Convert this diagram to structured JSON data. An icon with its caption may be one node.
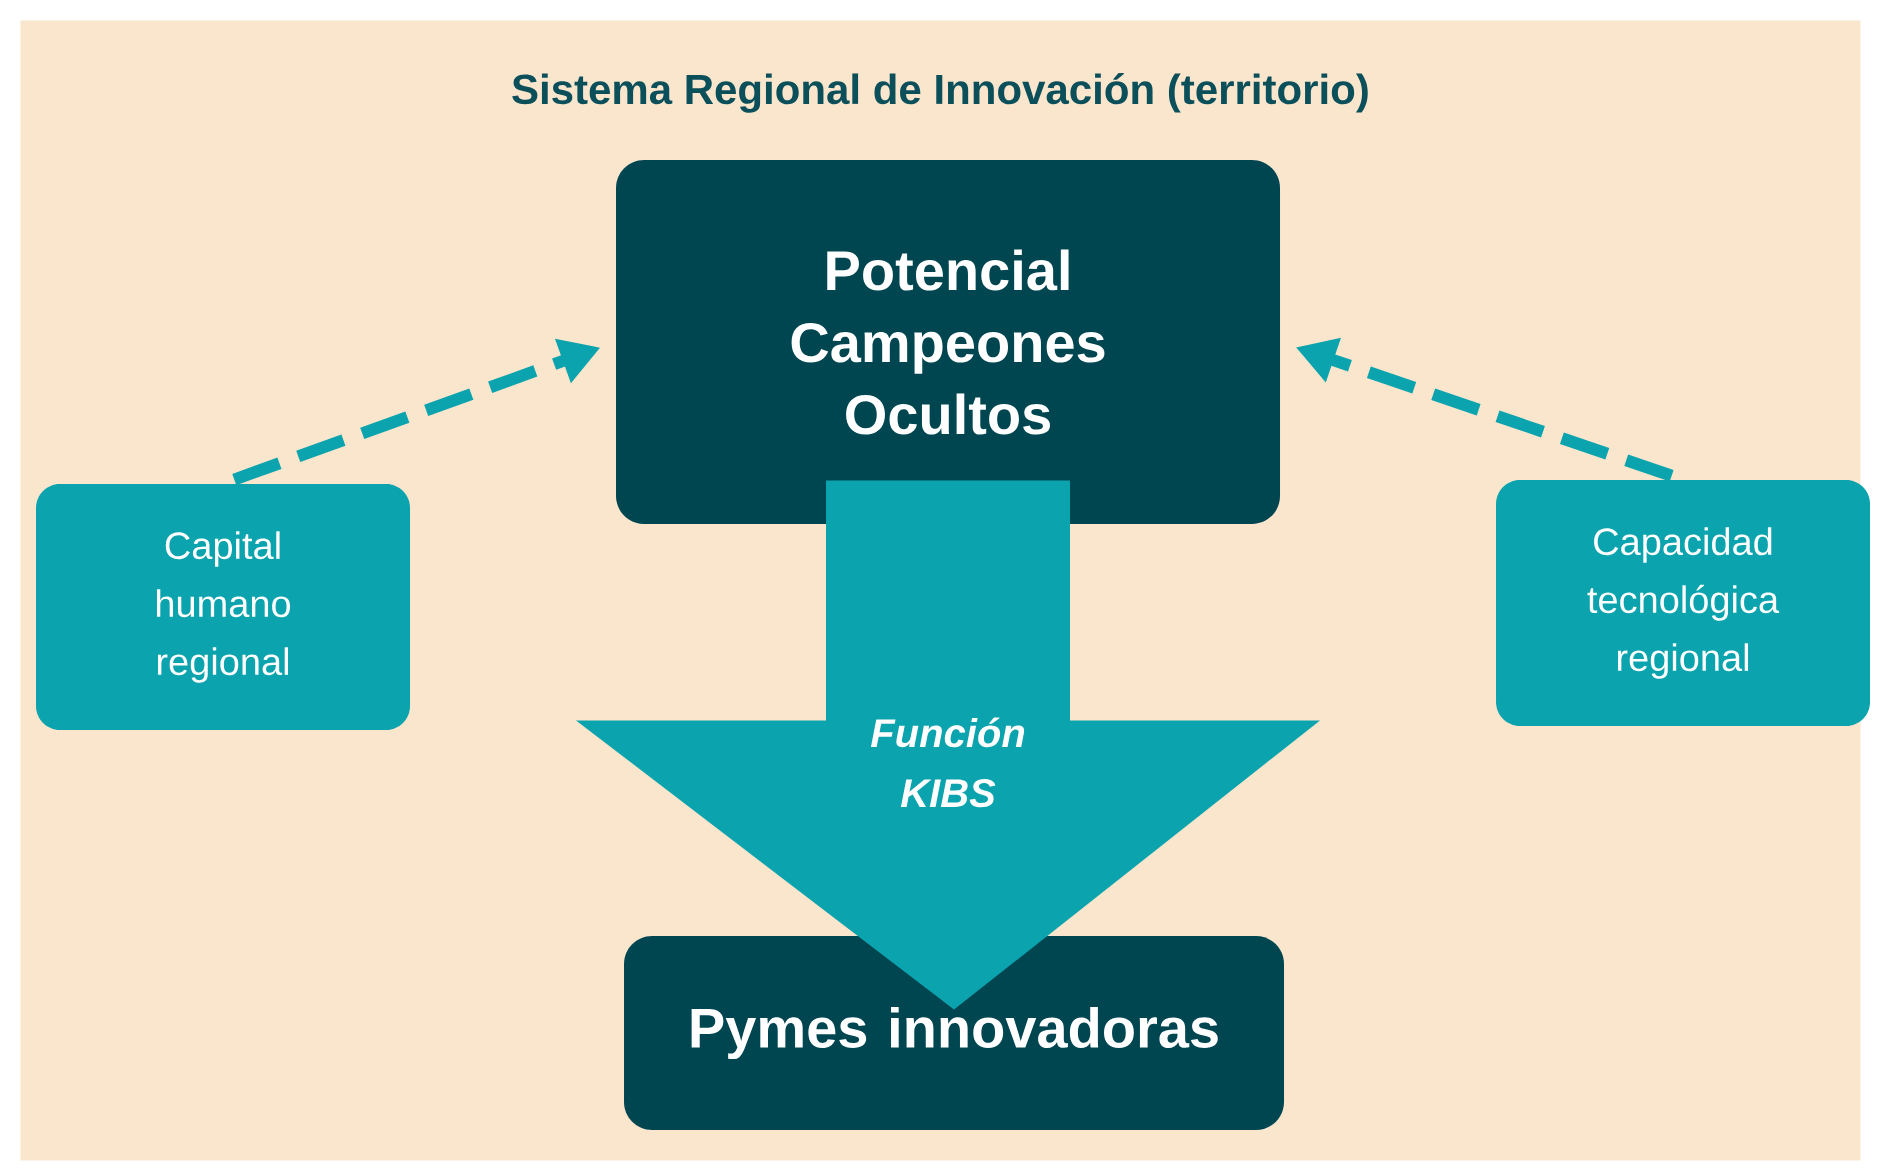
{
  "diagram": {
    "nodes": [
      {
        "text": [
          "Sistema Regional de Innovación (territorio)"
        ]
      },
      {
        "text": [
          "Potencial Campeones Ocultos"
        ],
        "in": 0
      },
      {
        "text": [
          "Capital humano regional"
        ],
        "in": 0
      },
      {
        "text": [
          "Capacidad tecnológica regional"
        ],
        "in": 0
      },
      {
        "text": [
          "Pymes innovadoras"
        ],
        "in": 0
      }
    ],
    "edges": [
      {
        "from": 2,
        "to": 1,
        "arrow": "to",
        "style": "dashed"
      },
      {
        "from": 3,
        "to": 1,
        "arrow": "to",
        "style": "dashed"
      },
      {
        "from": 1,
        "to": 4,
        "arrow": "to",
        "label": "Función KIBS",
        "style": "thick"
      }
    ]
  }
}
